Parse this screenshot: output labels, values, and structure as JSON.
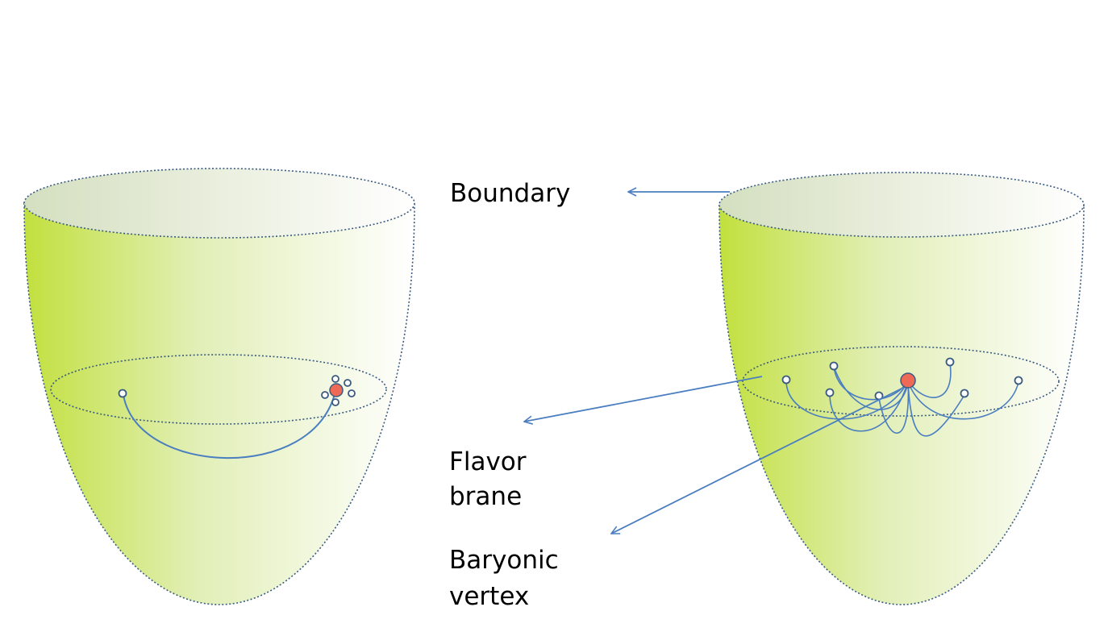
{
  "labels": {
    "boundary": "Boundary",
    "flavor_line1": "Flavor",
    "flavor_line2": "brane",
    "baryonic_line1": "Baryonic",
    "baryonic_line2": "vertex"
  },
  "colors": {
    "bowl_fill_dark": "#c2e03e",
    "bowl_fill_light": "#ffffff",
    "bowl_outline": "#3a5a80",
    "string": "#4a7ec0",
    "vertex": "#ee6a56",
    "vertex_outline": "#3a5a80",
    "arrow": "#4a7ec0",
    "text": "#000000"
  }
}
